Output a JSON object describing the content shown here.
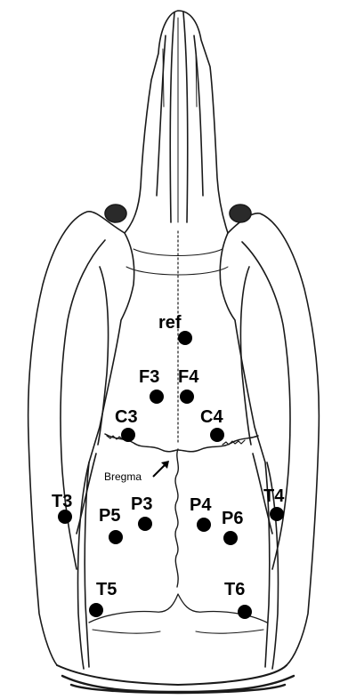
{
  "diagram": {
    "type": "rat skull dorsal view with electrode sites",
    "line_color": "#1a1a1a",
    "fill_color": "#ffffff",
    "electrode_color": "#000000",
    "landmark": {
      "label": "Bregma"
    },
    "electrodes": [
      {
        "id": "ref",
        "label": "ref"
      },
      {
        "id": "F3",
        "label": "F3"
      },
      {
        "id": "F4",
        "label": "F4"
      },
      {
        "id": "C3",
        "label": "C3"
      },
      {
        "id": "C4",
        "label": "C4"
      },
      {
        "id": "P3",
        "label": "P3"
      },
      {
        "id": "P4",
        "label": "P4"
      },
      {
        "id": "P5",
        "label": "P5"
      },
      {
        "id": "P6",
        "label": "P6"
      },
      {
        "id": "T3",
        "label": "T3"
      },
      {
        "id": "T4",
        "label": "T4"
      },
      {
        "id": "T5",
        "label": "T5"
      },
      {
        "id": "T6",
        "label": "T6"
      }
    ]
  }
}
